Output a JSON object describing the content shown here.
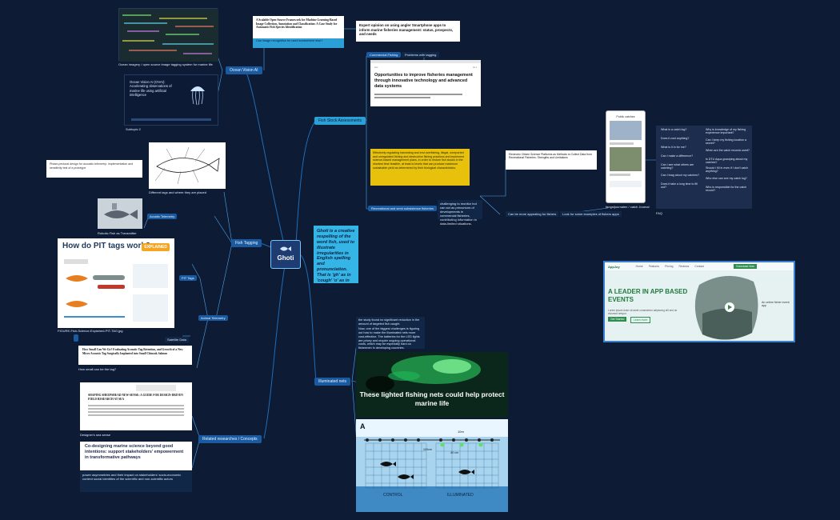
{
  "central": {
    "title": "Ghoti"
  },
  "definition": {
    "text": "Ghoti is a creative respelling of the word fish, used to illustrate irregularities in English spelling and pronunciation. That is 'gh' as in 'cough' 'o' as in 'women' and 'ti' as in palatial."
  },
  "branches": {
    "ocean_vision": "Ocean Vision AI",
    "fish_stock": "Fish Stock Assessments",
    "fish_tagging": "Fish Tagging",
    "illuminated": "Illuminated nets",
    "related": "Related researches / Concepts"
  },
  "ocean_vision": {
    "paper_title": "A Scalable Open-Source Framework for Machine Learning-Based Image Collection, Annotation and Classification: A Case Study for Automatic Fish Species Identification",
    "question": "Can image recognition be used somewhere else?",
    "imagery_caption": "Ocean imagery / open source image tagging system for marine life",
    "video_title": "Ocean Vision AI (OVAI): Accelerating observations of marine life using artificial intelligence",
    "subtopic": "Subtopic 2"
  },
  "fish_stock": {
    "expert_title": "Expert opinion on using angler Smartphone apps to inform marine fisheries management: status, prospects, and needs",
    "commercial": "Commercial Fishing",
    "problems": "Problems with tagging",
    "journal_title": "Opportunities to improve fisheries management through innovative technology and advanced data systems",
    "note": "Effectively regulating harvesting and end overfishing, illegal, unreported and unregulated fishing and destructive fishing practices and implement science-based management plans, in order to restore fish stocks in the shortest time feasible, at least to levels that can produce maximum sustainable yield as determined by their biological characteristics.",
    "recreational": "Recreational and semi subsistence fisheries",
    "challenging": "challenging to monitor but can act as precursors of developments in commercial fisheries, contributing information in data-limited situations.",
    "electronic_paper": "Electronic Citizen Science Platforms as Methods to Collect Data from Recreational Fisheries: Strengths and Limitations",
    "more_appealing": "Can be more appealing for fishers",
    "look_examples": "Look for some examples of fishers apps",
    "app_title": "Public catches",
    "app_caption": "fangstjournalen / catch Journal",
    "faq_label": "FAQ",
    "faq_left": [
      "What is a catch log?",
      "Does it cost anything?",
      "What is it in for me?",
      "Can I make a difference?",
      "Can I see what others are catching?",
      "Can I brag about my catches?",
      "Does it take a long time to fill out?"
    ],
    "faq_right": [
      "Why is knowledge of my fishing experience important?",
      "Can I keep my fishing location a secret?",
      "When are the catch records used?",
      "Is DTU Aqua gossiping about my catches?",
      "Should I fill in even if I don't catch anything?",
      "Who else can see my catch log?",
      "Who is responsible for the catch record?"
    ]
  },
  "tagging": {
    "placement_title": "Phase-pectoral design for acoustic telemetry: implementation and sensitivity test of a prototype",
    "different_tags": "Different tags and where they are placed",
    "acoustic": "Acustic Telemetry",
    "robotic": "Robotic Fish as Transmitter",
    "pit_tags": "PIT Tags",
    "pit_heading": "How do PIT tags work?",
    "pit_badge": "EXPLAINED",
    "pit_file": "FIGURE-Fish-Science-Explained-PIT-TAG.jpg",
    "animal": "Animal Telemetry",
    "satellite": "Satellite Data",
    "small_paper": "How Small Can We Go? Evaluating Acoustic Tag Retention, and Growth of a New Micro Acoustic Tag Surgically Implanted into Small Chinook Salmon",
    "small_caption": "How small can be the tag?"
  },
  "illuminated": {
    "text1": "the study found no significant reduction in the amount of targeted fish caught.",
    "text2": "Now, one of the biggest challenges is figuring out how to make the illuminated nets more cost-effective. The batteries for the LED lights are pricey and require ongoing operational costs, which may be especially hard on fishermen in developing countries.",
    "photo_caption": "These lighted fishing nets could help protect marine life",
    "diagram_letter": "A",
    "control": "CONTROL",
    "illuminated": "ILLUMINATED",
    "dim1": "10m",
    "dim2": "100cm",
    "dim3": "40 cm"
  },
  "related": {
    "shaping_title": "SHAPING SHEEPSHEAD NEW-SENSE: A GUIDE FOR DESIGN-DRIVEN FIELD RESEARCH AT SEA",
    "designers_caption": "Designer's sea sense",
    "codesign_title": "Co-designing marine science beyond good intentions: support stakeholders' empowerment in transformative pathways",
    "power": "power asymmetries and their impact on stakeholders' socio-economic context social identities of the scientific and non-scientific actors"
  },
  "web_app": {
    "brand": "AppJoy",
    "nav": [
      "Home",
      "Features",
      "Pricing",
      "Reviews",
      "Contact"
    ],
    "cta": "Download Now",
    "hero": "A LEADER IN APP BASED EVENTS",
    "sub": "Lorem ipsum dolor sit amet consectetur adipiscing elit sed do eiusmod tempor.",
    "btn1": "Get Started",
    "btn2": "Learn more",
    "caption": "An online fisher event app"
  }
}
